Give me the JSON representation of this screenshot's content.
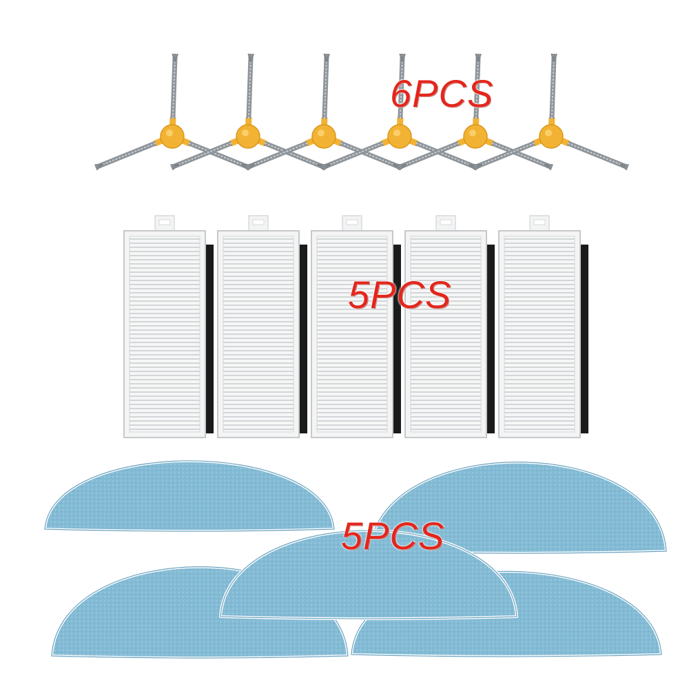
{
  "groups": {
    "side_brushes": {
      "label": "6PCS",
      "count": 6
    },
    "filters": {
      "label": "5PCS",
      "count": 5
    },
    "mop_pads": {
      "label": "5PCS",
      "count": 5
    }
  },
  "colors": {
    "brush_hub": "#f2b233",
    "brush_bristle": "#8e9499",
    "filter_frame": "#f4f4f4",
    "filter_pleat": "#c9cdd0",
    "filter_foam": "#1b1b1b",
    "mop_cloth": "#86bcd6",
    "label_text": "#e3261c"
  }
}
